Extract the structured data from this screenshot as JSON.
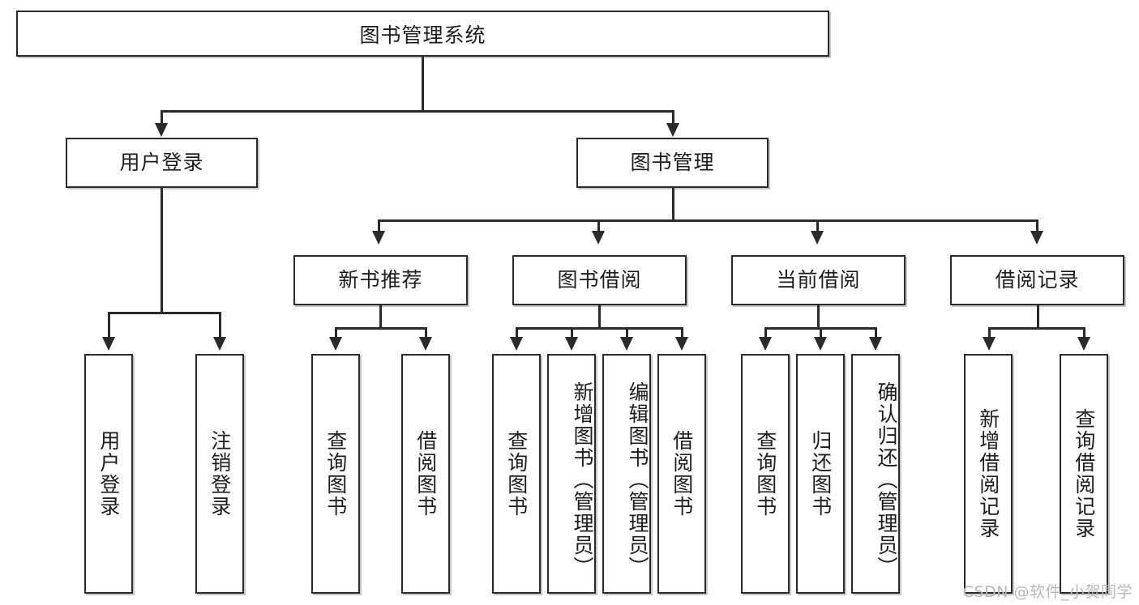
{
  "diagram": {
    "title": "图书管理系统",
    "type": "tree-hierarchy-chart",
    "root": {
      "label": "图书管理系统"
    },
    "level2": [
      {
        "label": "用户登录"
      },
      {
        "label": "图书管理"
      }
    ],
    "level3": [
      {
        "label": "新书推荐"
      },
      {
        "label": "图书借阅"
      },
      {
        "label": "当前借阅"
      },
      {
        "label": "借阅记录"
      }
    ],
    "leaves": {
      "user_login": [
        {
          "label": "用户登录"
        },
        {
          "label": "注销登录"
        }
      ],
      "new_book_recommend": [
        {
          "label": "查询图书"
        },
        {
          "label": "借阅图书"
        }
      ],
      "book_borrow": [
        {
          "label": "查询图书"
        },
        {
          "label": "新增图书（管理员）"
        },
        {
          "label": "编辑图书（管理员）"
        },
        {
          "label": "借阅图书"
        }
      ],
      "current_borrow": [
        {
          "label": "查询图书"
        },
        {
          "label": "归还图书"
        },
        {
          "label": "确认归还（管理员）"
        }
      ],
      "borrow_record": [
        {
          "label": "新增借阅记录"
        },
        {
          "label": "查询借阅记录"
        }
      ]
    }
  },
  "watermark": {
    "text": "CSDN @软件_小贺同学"
  },
  "colors": {
    "stroke": "#2b2b2b",
    "box_fill": "#ffffff",
    "text": "#1d1d1d",
    "watermark": "#b9b9b9"
  }
}
